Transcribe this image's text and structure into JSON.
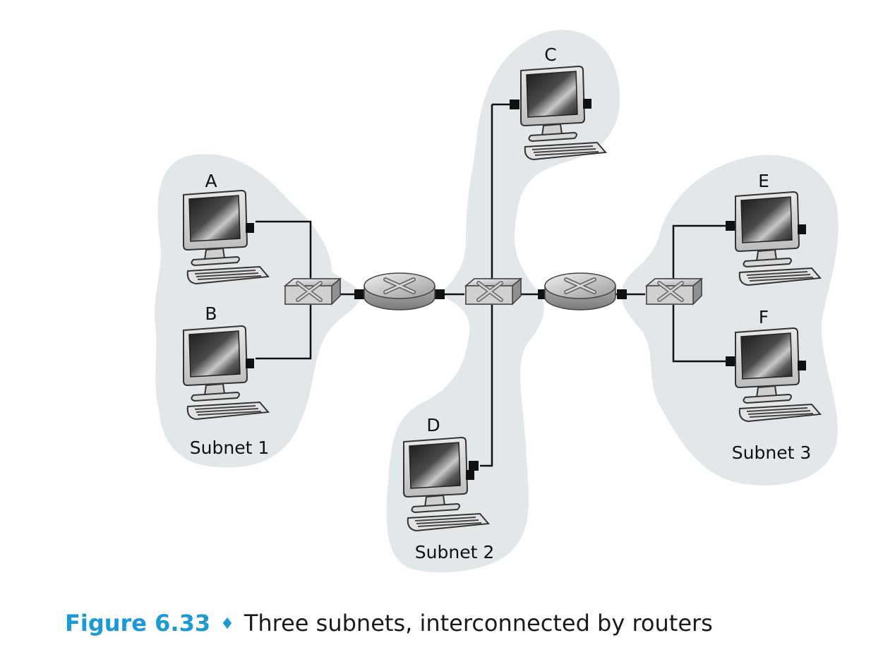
{
  "colors": {
    "subnet_fill": "#e2e7ea",
    "caption_accent": "#1a9ad6",
    "wire": "#111111"
  },
  "hosts": [
    {
      "id": "A",
      "label": "A",
      "icon": "desktop-computer-icon"
    },
    {
      "id": "B",
      "label": "B",
      "icon": "desktop-computer-icon"
    },
    {
      "id": "C",
      "label": "C",
      "icon": "desktop-computer-icon"
    },
    {
      "id": "D",
      "label": "D",
      "icon": "desktop-computer-icon"
    },
    {
      "id": "E",
      "label": "E",
      "icon": "desktop-computer-icon"
    },
    {
      "id": "F",
      "label": "F",
      "icon": "desktop-computer-icon"
    }
  ],
  "devices": {
    "switches": [
      "switch-subnet-1",
      "switch-subnet-2",
      "switch-subnet-3"
    ],
    "routers": [
      "router-left",
      "router-right"
    ]
  },
  "subnets": [
    {
      "label": "Subnet 1"
    },
    {
      "label": "Subnet 2"
    },
    {
      "label": "Subnet 3"
    }
  ],
  "caption": {
    "number": "Figure 6.33",
    "separator": "♦",
    "text": "Three subnets, interconnected by routers"
  }
}
